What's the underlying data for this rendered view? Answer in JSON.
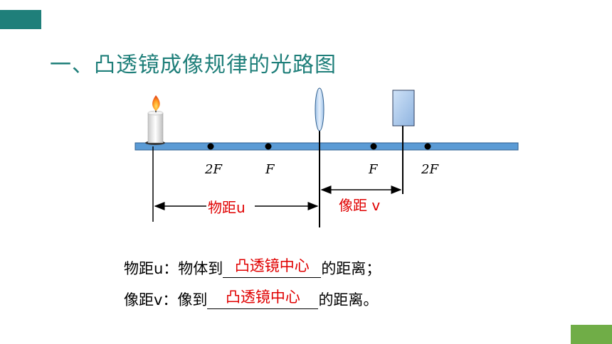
{
  "title": "一、凸透镜成像规律的光路图",
  "diagram": {
    "focal_labels": [
      "2F",
      "F",
      "F",
      "2F"
    ],
    "object_distance_label": "物距u",
    "image_distance_label": "像距 v"
  },
  "definitions": [
    {
      "prefix": "物距u：物体到",
      "answer": "凸透镜中心",
      "suffix": "的距离；"
    },
    {
      "prefix": "像距v：像到",
      "answer": "凸透镜中心",
      "suffix": "的距离。"
    }
  ],
  "colors": {
    "accent": "#1f7f7a",
    "answer": "#e00000",
    "axis": "#5b9bd5",
    "corner": "#70ad47"
  }
}
